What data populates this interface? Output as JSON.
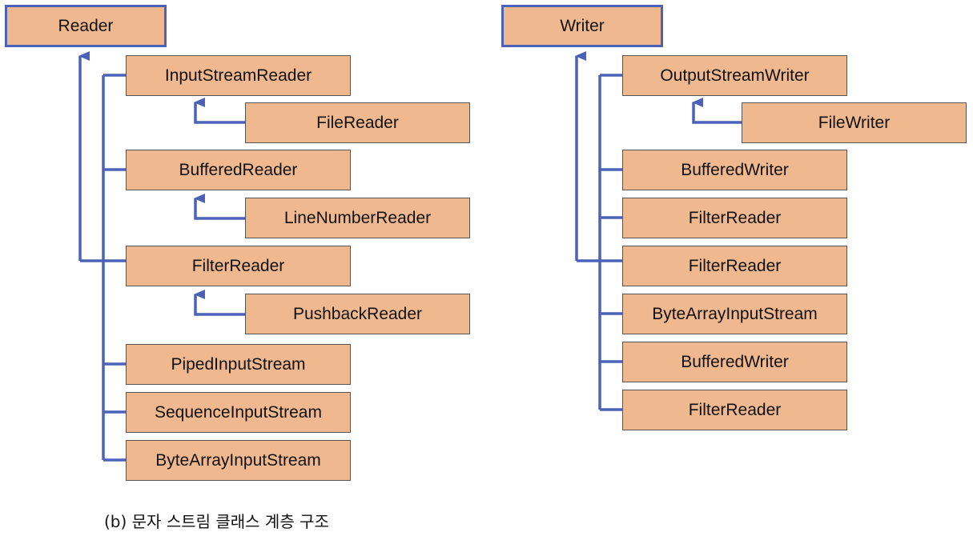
{
  "reader_tree": {
    "root": "Reader",
    "nodes": {
      "input_stream_reader": "InputStreamReader",
      "file_reader": "FileReader",
      "buffered_reader": "BufferedReader",
      "line_number_reader": "LineNumberReader",
      "filter_reader": "FilterReader",
      "pushback_reader": "PushbackReader",
      "piped_input_stream": "PipedInputStream",
      "sequence_input_stream": "SequenceInputStream",
      "byte_array_input_stream": "ByteArrayInputStream"
    }
  },
  "writer_tree": {
    "root": "Writer",
    "nodes": {
      "output_stream_writer": "OutputStreamWriter",
      "file_writer": "FileWriter",
      "buffered_writer_1": "BufferedWriter",
      "filter_reader_1": "FilterReader",
      "filter_reader_2": "FilterReader",
      "byte_array_input_stream": "ByteArrayInputStream",
      "buffered_writer_2": "BufferedWriter",
      "filter_reader_3": "FilterReader"
    }
  },
  "caption": "(b) 문자 스트림 클래스 계층 구조",
  "colors": {
    "box_fill": "#f0b88f",
    "line": "#4a63b8",
    "box_border": "#555555"
  }
}
